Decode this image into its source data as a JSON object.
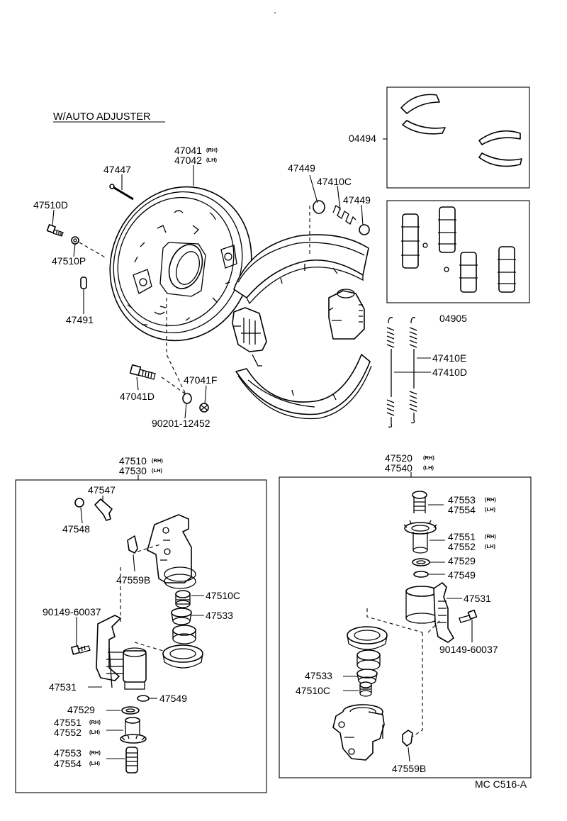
{
  "title": "W/AUTO ADJUSTER",
  "labels": {
    "p47041": "47041",
    "p47042": "47042",
    "rh": "(RH)",
    "lh": "(LH)",
    "p47447": "47447",
    "p47510D": "47510D",
    "p47510P": "47510P",
    "p47491": "47491",
    "p47041D": "47041D",
    "p47041F": "47041F",
    "p90201_12452": "90201-12452",
    "p47449a": "47449",
    "p47410C": "47410C",
    "p47449b": "47449",
    "p04494": "04494",
    "p04905": "04905",
    "p47410E": "47410E",
    "p47410D": "47410D",
    "p47510": "47510",
    "p47530": "47530",
    "p47520": "47520",
    "p47540": "47540",
    "p47547": "47547",
    "p47548": "47548",
    "p47559B_l": "47559B",
    "p47510C_l": "47510C",
    "p90149_l": "90149-60037",
    "p47533_l": "47533",
    "p47531_l": "47531",
    "p47549_l": "47549",
    "p47529_l": "47529",
    "p47551_l": "47551",
    "p47552_l": "47552",
    "p47553_l": "47553",
    "p47554_l": "47554",
    "p47553_r": "47553",
    "p47554_r": "47554",
    "p47551_r": "47551",
    "p47552_r": "47552",
    "p47529_r": "47529",
    "p47549_r": "47549",
    "p47531_r": "47531",
    "p90149_r": "90149-60037",
    "p47533_r": "47533",
    "p47510C_r": "47510C",
    "p47559B_r": "47559B",
    "code": "MC C516-A"
  }
}
